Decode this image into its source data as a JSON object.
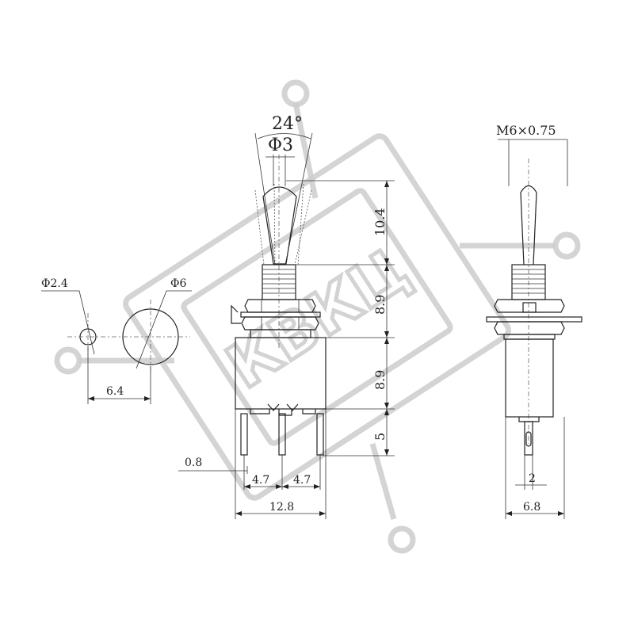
{
  "watermark": {
    "text": "КВКЦ"
  },
  "dimensions": {
    "angle": "24°",
    "stem_diameter": "Φ3",
    "thread": "M6×0.75",
    "lever_height": "10.4",
    "bushing_height": "8.9",
    "body_height": "8.9",
    "terminal_length": "5",
    "hole_small": "Φ2.4",
    "hole_large": "Φ6",
    "hole_spacing": "6.4",
    "terminal_thickness": "0.8",
    "pitch_left": "4.7",
    "pitch_right": "4.7",
    "body_width": "12.8",
    "terminal_width": "2",
    "side_width": "6.8"
  }
}
